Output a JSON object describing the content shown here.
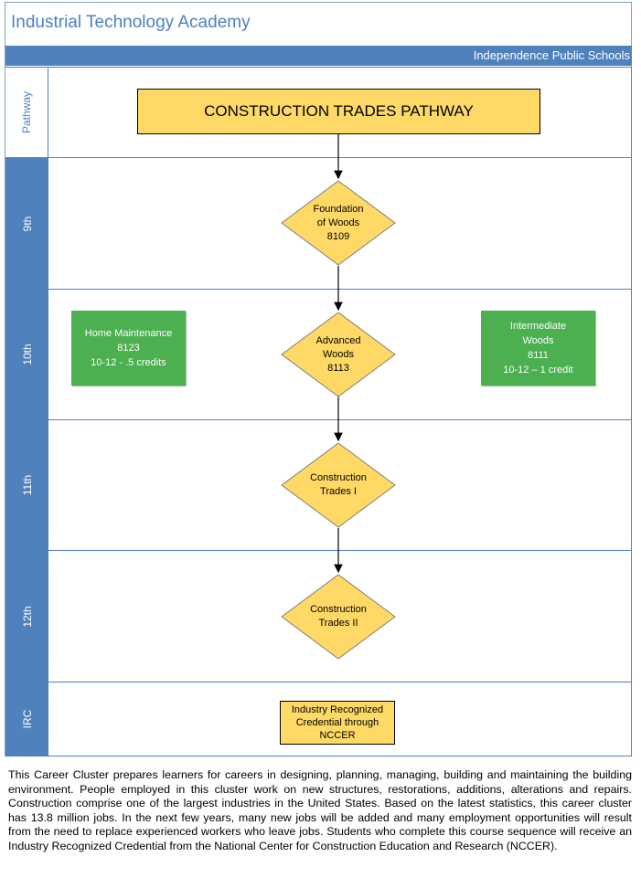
{
  "header": {
    "title": "Industrial Technology Academy",
    "district": "Independence Public Schools"
  },
  "lanes": [
    {
      "label": "Pathway"
    },
    {
      "label": "9th"
    },
    {
      "label": "10th"
    },
    {
      "label": "11th"
    },
    {
      "label": "12th"
    },
    {
      "label": "IRC"
    }
  ],
  "pathway": {
    "title": "CONSTRUCTION TRADES PATHWAY"
  },
  "courses": [
    {
      "lines": [
        "Foundation",
        "of Woods",
        "8109"
      ]
    },
    {
      "lines": [
        "Advanced",
        "Woods",
        "8113"
      ]
    },
    {
      "lines": [
        "Construction",
        "Trades I"
      ]
    },
    {
      "lines": [
        "Construction",
        "Trades II"
      ]
    }
  ],
  "electives": [
    {
      "lines": [
        "Home Maintenance",
        "8123",
        "10-12 - .5 credits"
      ]
    },
    {
      "lines": [
        "Intermediate",
        "Woods",
        "8111",
        "10-12 – 1 credit"
      ]
    }
  ],
  "credential": {
    "lines": [
      "Industry Recognized",
      "Credential through",
      "NCCER"
    ]
  },
  "description": "This Career Cluster prepares learners for careers in designing, planning, managing, building and maintaining the building environment. People employed in this cluster work on new structures, restorations, additions, alterations and repairs. Construction comprise one of the largest industries in the United States. Based on the latest statistics, this career cluster has 13.8 million jobs. In the next few years, many new jobs will be added and many employment opportunities will result from the need to replace experienced workers who leave jobs. Students who complete this course sequence will receive an Industry Recognized Credential from the National Center for Construction Education and Research (NCCER).",
  "colors": {
    "lane_header": "#4f81bd",
    "title_text": "#4d81bd",
    "course_fill": "#ffd966",
    "elective_fill": "#4caf50"
  }
}
